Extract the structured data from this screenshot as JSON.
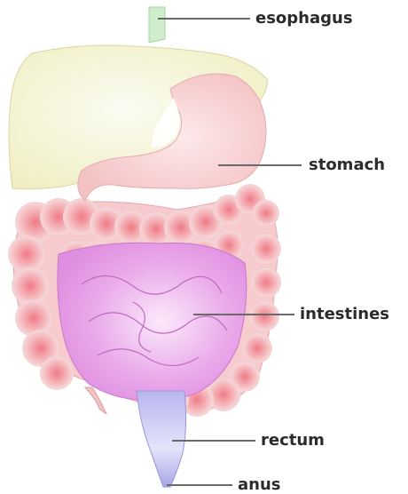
{
  "labels": {
    "esophagus": "esophagus",
    "stomach": "stomach",
    "intestines": "intestines",
    "rectum": "rectum",
    "anus": "anus"
  },
  "colors": {
    "esophagus": "#cfeccd",
    "liver": "#f3f1c8",
    "stomach": "#f7cfcf",
    "small_intestine": "#e7a2ea",
    "large_intestine": "#f6c3c6",
    "rectum": "#c9c9f0",
    "leader_line": "#6a6a6a"
  }
}
